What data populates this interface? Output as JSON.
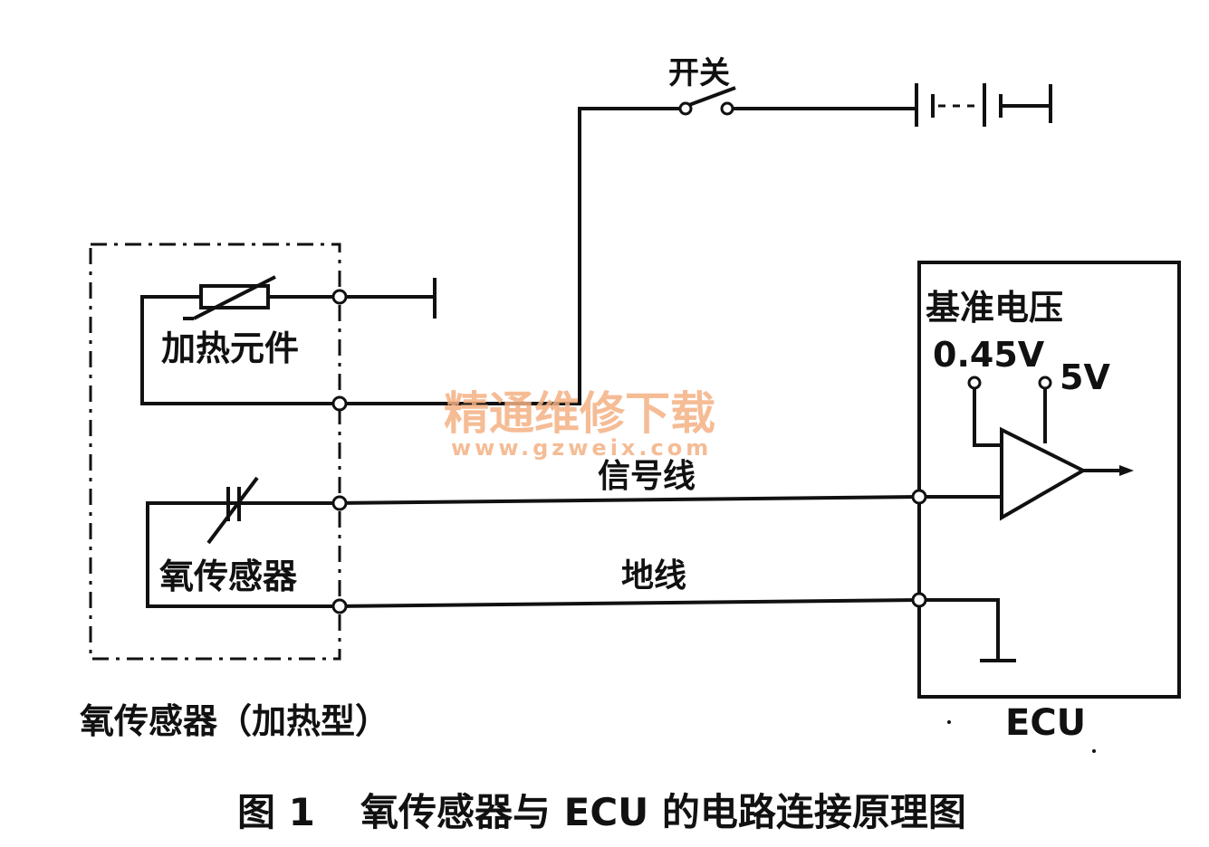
{
  "labels": {
    "switch": "开关",
    "heater": "加热元件",
    "sensor": "氧传感器",
    "sensor_type": "氧传感器（加热型）",
    "ref_voltage": "基准电压",
    "v045": "0.45V",
    "v5": "5V",
    "signal_wire": "信号线",
    "ground_wire": "地线",
    "ecu": "ECU"
  },
  "watermark": {
    "cn": "精通维修下载",
    "url": "www.gzweix.com"
  },
  "caption": {
    "number": "图 1",
    "text": "氧传感器与 ECU 的电路连接原理图"
  },
  "colors": {
    "line": "#111111",
    "watermark": "#f4b183"
  }
}
